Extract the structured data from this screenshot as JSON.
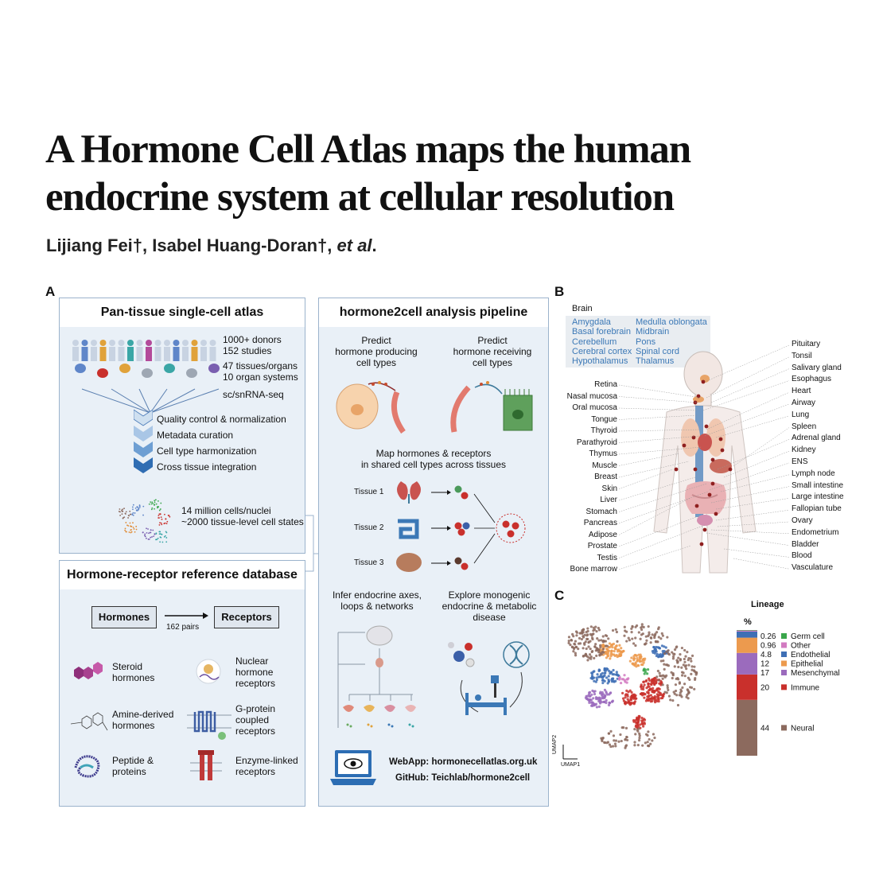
{
  "title": "A Hormone Cell Atlas maps the human endocrine system at cellular resolution",
  "authors": {
    "names": "Lijiang Fei†, Isabel Huang-Doran†, ",
    "etal": "et al",
    "end": "."
  },
  "panel_labels": {
    "a": "A",
    "b": "B",
    "c": "C"
  },
  "atlas": {
    "title": "Pan-tissue single-cell atlas",
    "stats1": [
      "1000+ donors",
      "152 studies"
    ],
    "stats2": [
      "47 tissues/organs",
      "10 organ systems"
    ],
    "stats3": "sc/snRNA-seq",
    "steps": [
      "Quality control & normalization",
      "Metadata curation",
      "Cell type harmonization",
      "Cross tissue integration"
    ],
    "cells": [
      "14 million cells/nuclei",
      "~2000 tissue-level cell states"
    ]
  },
  "database": {
    "title": "Hormone-receptor reference database",
    "hormones_btn": "Hormones",
    "receptors_btn": "Receptors",
    "pairs": "162 pairs",
    "items": [
      {
        "label": [
          "Steroid",
          "hormones"
        ]
      },
      {
        "label": [
          "Nuclear",
          "hormone",
          "receptors"
        ]
      },
      {
        "label": [
          "Amine-derived",
          "hormones"
        ]
      },
      {
        "label": [
          "G-protein",
          "coupled",
          "receptors"
        ]
      },
      {
        "label": [
          "Peptide &",
          "proteins"
        ]
      },
      {
        "label": [
          "Enzyme-linked",
          "receptors"
        ]
      }
    ]
  },
  "pipeline": {
    "title": "hormone2cell analysis pipeline",
    "predict1": [
      "Predict",
      "hormone producing",
      "cell types"
    ],
    "predict2": [
      "Predict",
      "hormone receiving",
      "cell types"
    ],
    "map": [
      "Map hormones & receptors",
      "in shared cell types across tissues"
    ],
    "tissues": [
      "Tissue 1",
      "Tissue 2",
      "Tissue 3"
    ],
    "infer": [
      "Infer endocrine axes,",
      "loops & networks"
    ],
    "explore": [
      "Explore monogenic",
      "endocrine & metabolic",
      "disease"
    ],
    "webapp": "WebApp: hormonecellatlas.org.uk",
    "github": "GitHub: Teichlab/hormone2cell"
  },
  "body_map": {
    "brain_header": "Brain",
    "brain_col1": [
      "Amygdala",
      "Basal forebrain",
      "Cerebellum",
      "Cerebral cortex",
      "Hypothalamus"
    ],
    "brain_col2": [
      "Medulla oblongata",
      "Midbrain",
      "Pons",
      "Spinal cord",
      "Thalamus"
    ],
    "left": [
      "Retina",
      "Nasal mucosa",
      "Oral mucosa",
      "Tongue",
      "Thyroid",
      "Parathyroid",
      "Thymus",
      "Muscle",
      "Breast",
      "Skin",
      "Liver",
      "Stomach",
      "Pancreas",
      "Adipose",
      "Prostate",
      "Testis",
      "Bone marrow"
    ],
    "right": [
      "Pituitary",
      "Tonsil",
      "Salivary gland",
      "Esophagus",
      "Heart",
      "Airway",
      "Lung",
      "Spleen",
      "Adrenal gland",
      "Kidney",
      "ENS",
      "Lymph node",
      "Small intestine",
      "Large intestine",
      "Fallopian tube",
      "Ovary",
      "Endometrium",
      "Bladder",
      "Blood",
      "Vasculature"
    ]
  },
  "umap": {
    "xlabel": "UMAP1",
    "ylabel": "UMAP2",
    "legend_title": "Lineage",
    "percent_label": "%"
  },
  "chart_data": {
    "type": "bar",
    "title": "Lineage",
    "ylabel": "%",
    "categories": [
      "Neural",
      "Immune",
      "Mesenchymal",
      "Epithelial",
      "Endothelial",
      "Other",
      "Germ cell"
    ],
    "values": [
      44,
      20,
      17,
      12,
      4.8,
      0.96,
      0.26
    ],
    "labels": [
      "44",
      "20",
      "17",
      "12",
      "4.8",
      "0.96",
      "0.26"
    ],
    "colors": [
      "#8c6a5e",
      "#c9302c",
      "#9b6bbd",
      "#ec9a4e",
      "#3e6fb5",
      "#d27ac1",
      "#3aa64b"
    ],
    "stacked": true
  }
}
